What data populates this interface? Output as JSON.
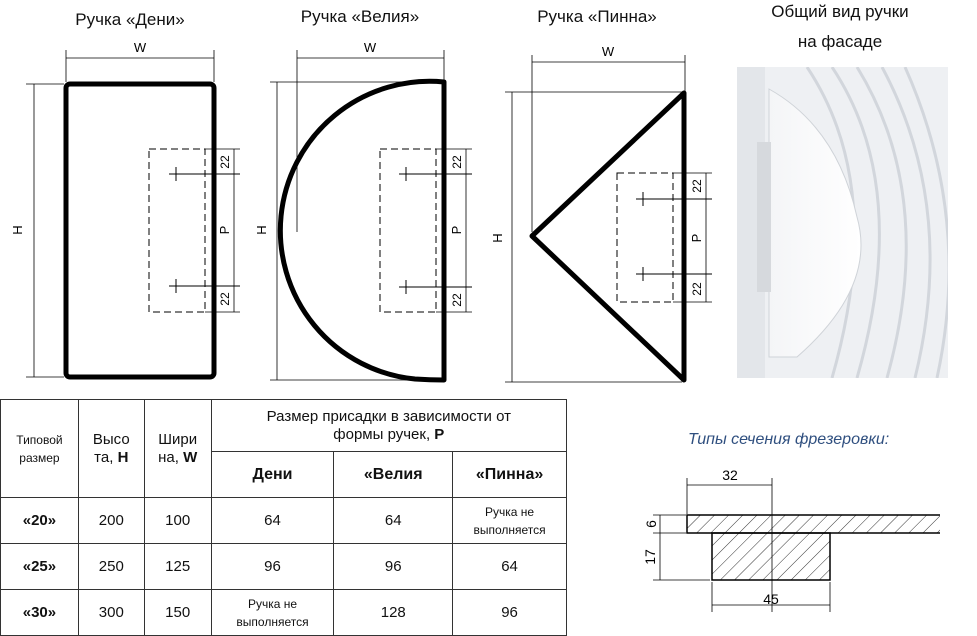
{
  "titles": {
    "deni": "Ручка «Дени»",
    "veliya": "Ручка «Велия»",
    "pinna": "Ручка «Пинна»",
    "facade_line1": "Общий вид ручки",
    "facade_line2": "на фасаде"
  },
  "dims": {
    "w": "W",
    "h": "H",
    "p": "P",
    "d22": "22"
  },
  "table": {
    "col_size": "Типовой размер",
    "col_height_a": "Высо",
    "col_height_b": "та, ",
    "col_height_c": "H",
    "col_width_a": "Шири",
    "col_width_b": "на, ",
    "col_width_c": "W",
    "col_group_a": "Размер присадки в зависимости от",
    "col_group_b": "формы ручек, ",
    "col_group_c": "P",
    "sub_deni": "Дени",
    "sub_veliya": "«Велия",
    "sub_pinna": "«Пинна»",
    "rows": [
      {
        "size": "«20»",
        "h": "200",
        "w": "100",
        "deni": "64",
        "veliya": "64",
        "pinna": "Ручка не выполняется"
      },
      {
        "size": "«25»",
        "h": "250",
        "w": "125",
        "deni": "96",
        "veliya": "96",
        "pinna": "64"
      },
      {
        "size": "«30»",
        "h": "300",
        "w": "150",
        "deni": "Ручка не выполняется",
        "veliya": "128",
        "pinna": "96"
      }
    ]
  },
  "profile": {
    "title": "Типы сечения фрезеровки:",
    "d32": "32",
    "d6": "6",
    "d17": "17",
    "d45": "45"
  }
}
